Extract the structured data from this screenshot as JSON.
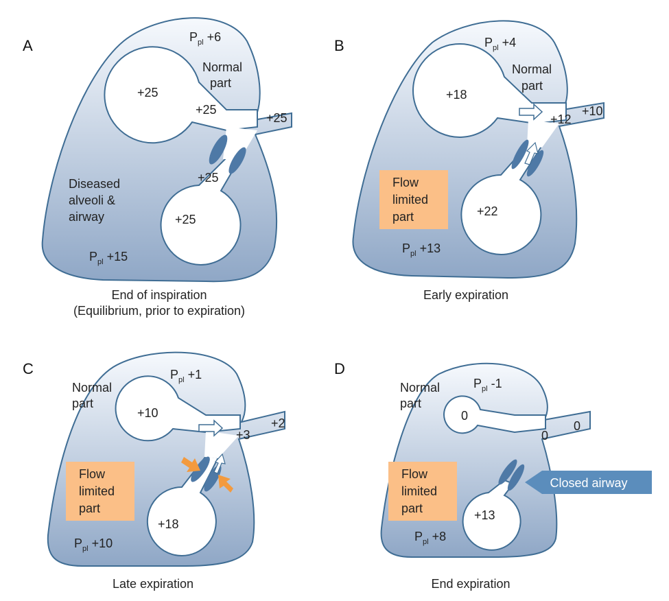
{
  "colors": {
    "lung_top": "#f6f9fd",
    "lung_bottom": "#8fa7c6",
    "outline": "#3f6d94",
    "flap": "#4e79a6",
    "flow_box": "#fbbf87",
    "arrow_orange": "#f39a3e",
    "callout": "#5b8dbc"
  },
  "panels": [
    {
      "letter": "A",
      "ppl_top": "+6",
      "ppl_bottom": "+15",
      "normal_label": [
        "Normal",
        "part"
      ],
      "diseased_label": [
        "Diseased",
        "alveoli &",
        "airway"
      ],
      "alveolus_normal": "+25",
      "airway_normal": "+25",
      "trachea": "+25",
      "airway_diseased": "+25",
      "alveolus_diseased": "+25",
      "caption": [
        "End of inspiration",
        "(Equilibrium, prior to expiration)"
      ]
    },
    {
      "letter": "B",
      "ppl_top": "+4",
      "ppl_bottom": "+13",
      "normal_label": [
        "Normal",
        "part"
      ],
      "flow_label": [
        "Flow",
        "limited",
        "part"
      ],
      "alveolus_normal": "+18",
      "airway_main": "+12",
      "trachea": "+10",
      "alveolus_diseased": "+22",
      "caption": [
        "Early expiration"
      ]
    },
    {
      "letter": "C",
      "ppl_top": "+1",
      "ppl_bottom": "+10",
      "normal_label": [
        "Normal",
        "part"
      ],
      "flow_label": [
        "Flow",
        "limited",
        "part"
      ],
      "alveolus_normal": "+10",
      "airway_main": "+3",
      "trachea": "+2",
      "alveolus_diseased": "+18",
      "caption": [
        "Late expiration"
      ]
    },
    {
      "letter": "D",
      "ppl_top": "-1",
      "ppl_bottom": "+8",
      "normal_label": [
        "Normal",
        "part"
      ],
      "flow_label": [
        "Flow",
        "limited",
        "part"
      ],
      "alveolus_normal": "0",
      "airway_main": "0",
      "trachea": "0",
      "alveolus_diseased": "+13",
      "callout": "Closed airway",
      "caption": [
        "End expiration"
      ]
    }
  ],
  "ppl_prefix": "P",
  "ppl_subscript": "pl"
}
